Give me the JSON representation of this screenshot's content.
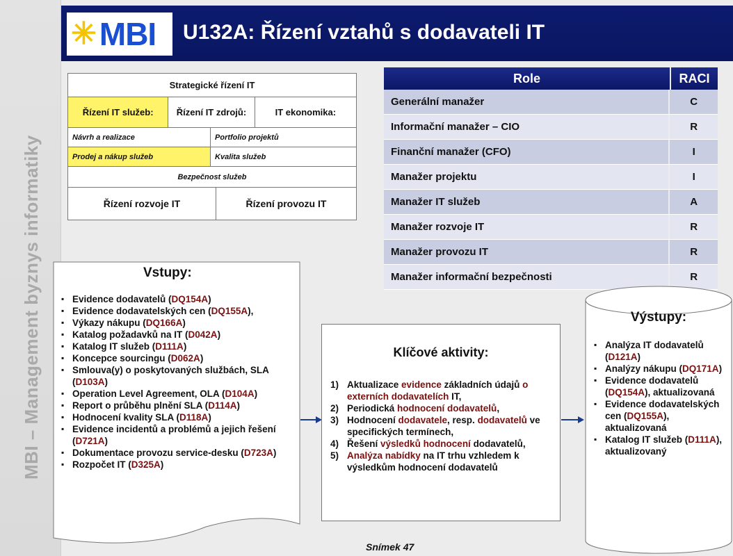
{
  "side_text": "MBI – Management byznys informatiky",
  "logo": {
    "text": "MBI"
  },
  "title": "U132A: Řízení vztahů s dodavateli IT",
  "structure": {
    "top": "Strategické řízení IT",
    "row2": [
      "Řízení IT služeb:",
      "Řízení IT zdrojů:",
      "IT ekonomika:"
    ],
    "row3": [
      "Návrh a realizace",
      "Portfolio projektů"
    ],
    "row4": [
      "Prodej a nákup služeb",
      "Kvalita služeb"
    ],
    "row5": "Bezpečnost služeb",
    "row6": [
      "Řízení rozvoje IT",
      "Řízení provozu IT"
    ]
  },
  "roles": {
    "header_role": "Role",
    "header_raci": "RACI",
    "rows": [
      {
        "name": "Generální manažer",
        "raci": "C"
      },
      {
        "name": "Informační manažer – CIO",
        "raci": "R"
      },
      {
        "name": "Finanční manažer (CFO)",
        "raci": "I"
      },
      {
        "name": "Manažer projektu",
        "raci": "I"
      },
      {
        "name": "Manažer IT služeb",
        "raci": "A"
      },
      {
        "name": "Manažer rozvoje IT",
        "raci": "R"
      },
      {
        "name": "Manažer provozu IT",
        "raci": "R"
      },
      {
        "name": "Manažer informační bezpečnosti",
        "raci": "R"
      }
    ]
  },
  "inputs": {
    "title": "Vstupy:",
    "items": [
      {
        "t": "Evidence dodavatelů (",
        "c": "DQ154A",
        "e": ")"
      },
      {
        "t": "Evidence dodavatelských cen (",
        "c": "DQ155A",
        "e": "),"
      },
      {
        "t": "Výkazy nákupu (",
        "c": "DQ166A",
        "e": ")"
      },
      {
        "t": "Katalog požadavků na IT (",
        "c": "D042A",
        "e": ")"
      },
      {
        "t": "Katalog IT služeb (",
        "c": "D111A",
        "e": ")"
      },
      {
        "t": "Koncepce sourcingu (",
        "c": "D062A",
        "e": ")"
      },
      {
        "t": "Smlouva(y) o poskytovaných službách, SLA (",
        "c": "D103A",
        "e": ")"
      },
      {
        "t": "Operation Level Agreement, OLA (",
        "c": "D104A",
        "e": ")"
      },
      {
        "t": "Report o průběhu plnění SLA  (",
        "c": "D114A",
        "e": ")"
      },
      {
        "t": "Hodnocení kvality SLA (",
        "c": "D118A",
        "e": ")"
      },
      {
        "t": "Evidence incidentů a problémů a jejich řešení (",
        "c": "D721A",
        "e": ")"
      },
      {
        "t": "Dokumentace provozu service-desku (",
        "c": "D723A",
        "e": ")"
      },
      {
        "t": "Rozpočet IT (",
        "c": "D325A",
        "e": ")"
      }
    ]
  },
  "activities": {
    "title": "Klíčové aktivity:",
    "items": [
      {
        "n": "1)",
        "parts": [
          [
            "Aktualizace ",
            false
          ],
          [
            "evidence",
            true
          ],
          [
            " základních údajů ",
            false
          ],
          [
            "o externích",
            true
          ],
          [
            " ",
            false
          ],
          [
            "dodavatelích",
            true
          ],
          [
            " IT,",
            false
          ]
        ]
      },
      {
        "n": "2)",
        "parts": [
          [
            "Periodická ",
            false
          ],
          [
            "hodnocení dodavatelů",
            true
          ],
          [
            ",",
            false
          ]
        ]
      },
      {
        "n": "3)",
        "parts": [
          [
            "Hodnocení ",
            false
          ],
          [
            "dodavatele",
            true
          ],
          [
            ", resp. ",
            false
          ],
          [
            "dodavatelů",
            true
          ],
          [
            " ve specifických termínech,",
            false
          ]
        ]
      },
      {
        "n": "4)",
        "parts": [
          [
            "Řešení ",
            false
          ],
          [
            "výsledků hodnocení",
            true
          ],
          [
            " dodavatelů,",
            false
          ]
        ]
      },
      {
        "n": "5)",
        "parts": [
          [
            "Analýza nabídky",
            true
          ],
          [
            " na IT trhu vzhledem k výsledkům hodnocení dodavatelů",
            false
          ]
        ]
      }
    ]
  },
  "outputs": {
    "title": "Výstupy:",
    "items": [
      {
        "t": "Analýza IT dodavatelů (",
        "c": "D121A",
        "e": ")"
      },
      {
        "t": "Analýzy nákupu (",
        "c": "DQ171A",
        "e": ")"
      },
      {
        "t": "Evidence dodavatelů (",
        "c": "DQ154A",
        "e": "), aktualizovaná"
      },
      {
        "t": "Evidence dodavatelských cen (",
        "c": "DQ155A",
        "e": "), aktualizovaná"
      },
      {
        "t": "Katalog IT služeb (",
        "c": "D111A",
        "e": "), aktualizovaný"
      }
    ]
  },
  "footer": "Snímek  47",
  "colors": {
    "header_bg": "#0d1b6f",
    "logo_star": "#f4c400",
    "logo_text": "#1a4fd1",
    "highlight": "#fff36a",
    "code": "#7a1010"
  }
}
